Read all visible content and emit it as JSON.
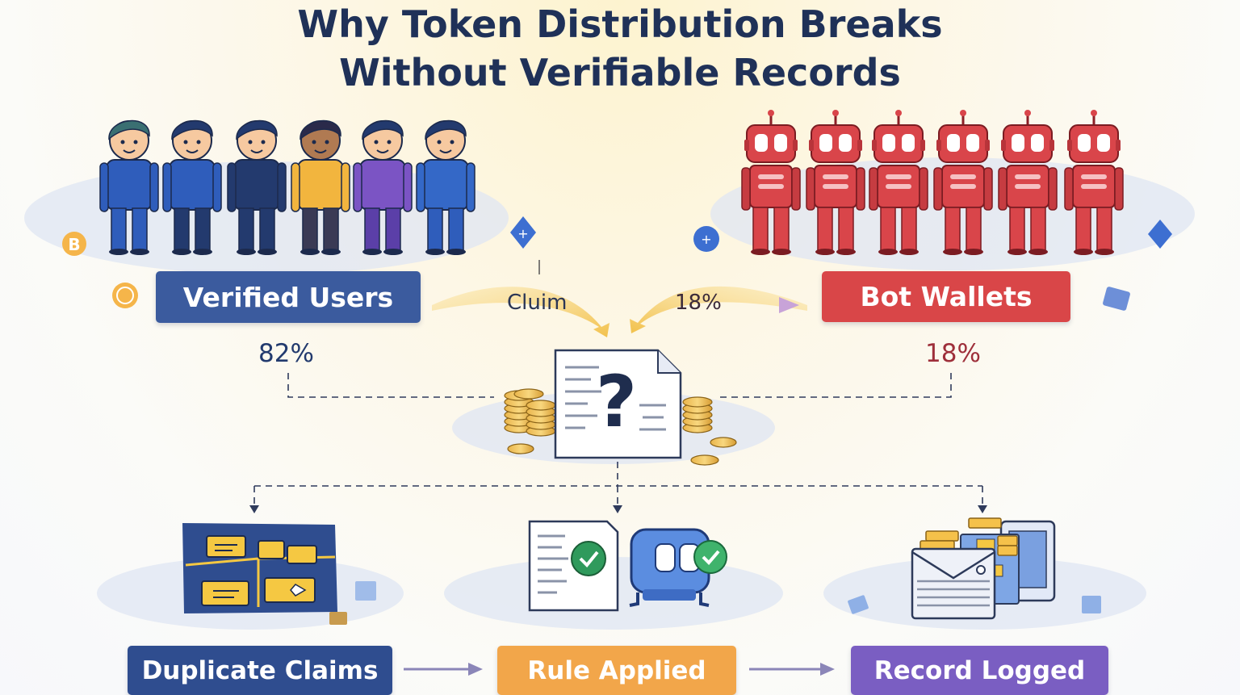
{
  "title": {
    "line1": "Why Token Distribution Breaks",
    "line2": "Without Verifiable Records"
  },
  "left_group": {
    "label": "Verified Users",
    "share": "82%",
    "flow_label": "Cluim",
    "color": "#3b5b9e"
  },
  "right_group": {
    "label": "Bot Wallets",
    "share": "18%",
    "flow_label": "18%",
    "color": "#d94648"
  },
  "center": {
    "icon": "question-document-icon",
    "symbol": "?"
  },
  "outcomes": [
    {
      "label": "Duplicate Claims",
      "color": "#2f4d8f",
      "icon": "duplicate-cards-board-icon"
    },
    {
      "label": "Rule Applied",
      "color": "#f2a64a",
      "icon": "checklist-robot-icon"
    },
    {
      "label": "Record Logged",
      "color": "#7a5ec2",
      "icon": "ledger-coins-icon"
    }
  ],
  "colors": {
    "title": "#1f3158",
    "flow_arrow": "#f3c95f",
    "user_blue": "#2f5dbb",
    "bot_red": "#d9454a"
  }
}
